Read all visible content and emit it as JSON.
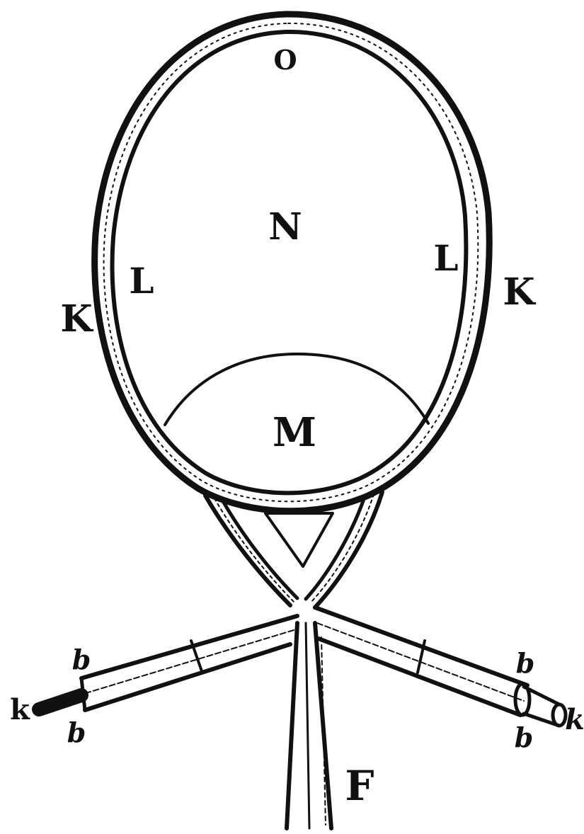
{
  "labels": {
    "o": "O",
    "n": "N",
    "l_left": "L",
    "l_right": "L",
    "k_left": "K",
    "k_right": "K",
    "m": "M",
    "f": "F",
    "b_left_top": "b",
    "b_left_bottom": "b",
    "b_right_top": "b",
    "b_right_bottom": "b",
    "k_end_left": "k",
    "k_end_right": "k"
  },
  "colors": {
    "ink": "#111111",
    "paper": "#ffffff"
  }
}
